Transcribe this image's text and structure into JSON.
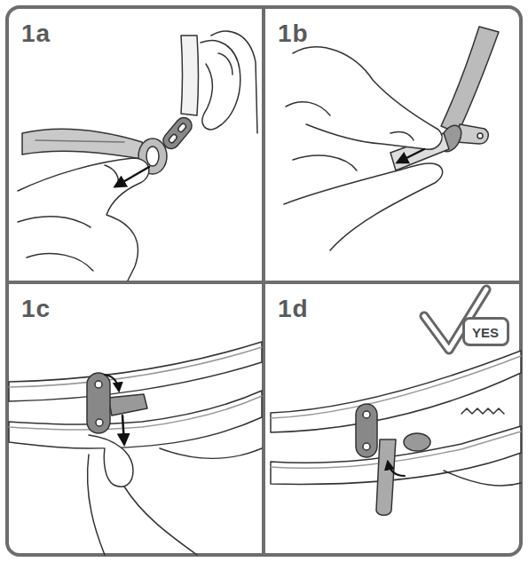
{
  "diagram": {
    "nodes": [
      {
        "text": [
          "1a"
        ]
      },
      {
        "text": [
          "1b"
        ]
      },
      {
        "text": [
          "1c"
        ]
      },
      {
        "text": [
          "1d"
        ]
      },
      {
        "text": [
          "YES"
        ],
        "in": 3
      }
    ],
    "edges": []
  }
}
